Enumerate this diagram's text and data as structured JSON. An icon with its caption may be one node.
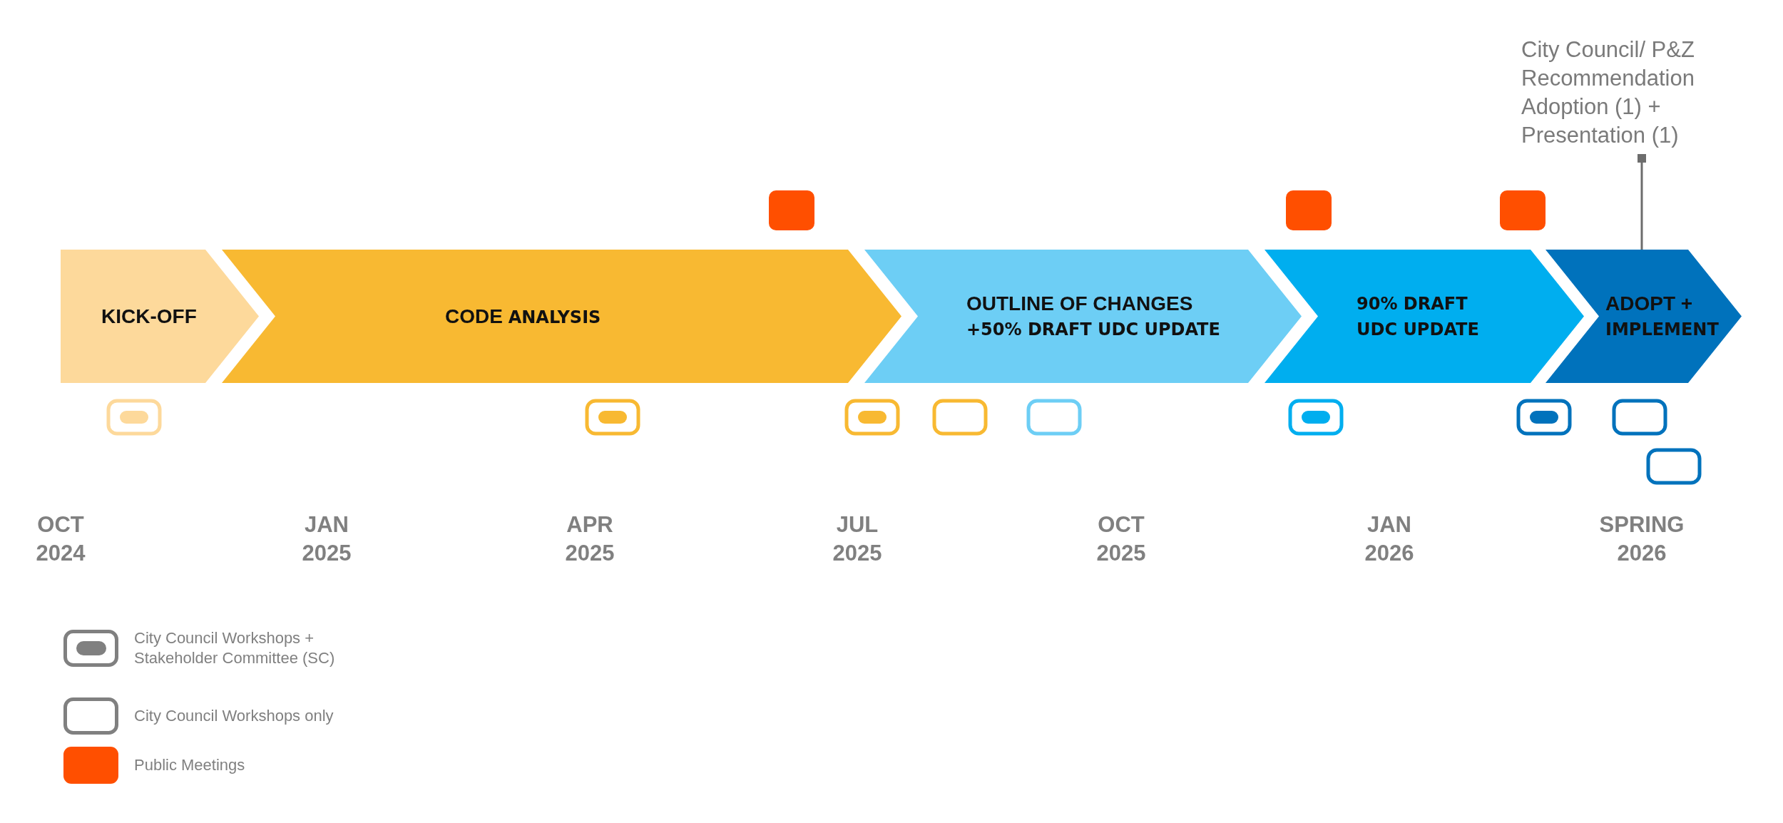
{
  "diagram": {
    "nodes": [
      {
        "text": [
          "KICK-OFF"
        ]
      },
      {
        "text": [
          "CODE **ANALYSIS**"
        ]
      },
      {
        "text": [
          "OUTLINE OF CHANGES **+50% DRAFT UDC UPDATE**"
        ]
      },
      {
        "text": [
          "90% DRAFT UDC UPDATE"
        ]
      },
      {
        "text": [
          "ADOPT + **IMPLEMENT**"
        ]
      },
      {
        "text": [
          "City Council/ P&Z Recommendation Adoption (1) + Presentation (1)"
        ]
      }
    ],
    "edges": [
      {
        "from": 5,
        "to": 4,
        "arrow": "other"
      }
    ],
    "labels": [
      "OCT 2024",
      "JAN 2025",
      "APR 2025",
      "JUL 2025",
      "OCT 2025",
      "JAN 2026",
      "SPRING 2026"
    ],
    "legend": [
      {
        "text": "City Council Workshops + Stakeholder Committee (SC)"
      },
      {
        "text": "City Council Workshops only"
      },
      {
        "text": "Public Meetings",
        "color": "#ff4f00"
      }
    ]
  }
}
